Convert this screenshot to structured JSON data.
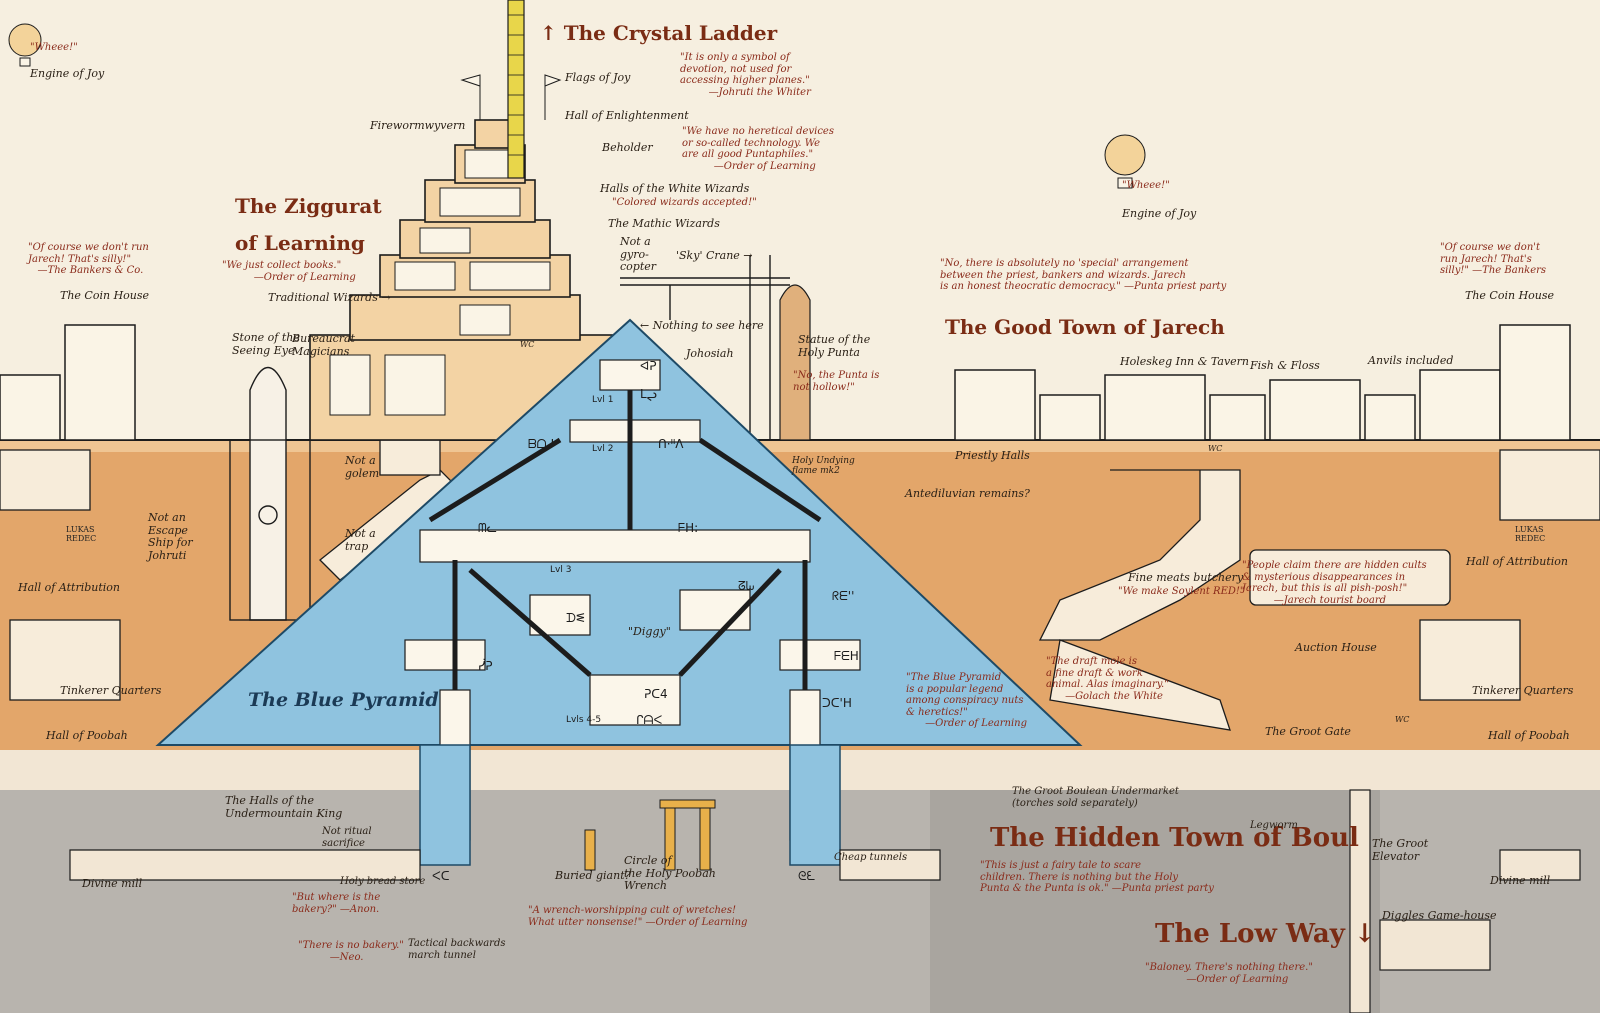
{
  "map": {
    "colors": {
      "sky": "#f6efe0",
      "earth_orange": "#e3a66a",
      "earth_light": "#efc593",
      "underground_gray": "#b8b4ae",
      "pyramid_blue": "#8fc3df",
      "pyramid_edge": "#1e4a66",
      "ink": "#1c1c1c",
      "red_ink": "#8a2a1a",
      "ladder_yellow": "#e8d64a"
    },
    "titles": {
      "crystal_ladder": "↑ The Crystal Ladder",
      "ziggurat_1": "The Ziggurat",
      "ziggurat_2": "of Learning",
      "good_town": "The Good Town of Jarech",
      "blue_pyramid": "The Blue Pyramid",
      "hidden_town": "The Hidden Town of Boul",
      "low_way": "The Low Way ↓"
    },
    "quotes": {
      "engine_joy_left_cry": "\"Wheee!\"",
      "engine_joy_right_cry": "\"Wheee!\"",
      "ladder": "\"It is only a symbol of\ndevotion, not used for\naccessing higher planes.\"\n         —Johruti the Whiter",
      "order_tech": "\"We have no heretical devices\nor so-called technology. We\nare all good Puntaphiles.\"\n          —Order of Learning",
      "colored_wizards": "\"Colored wizards accepted!\"",
      "ziggurat_books": "\"We just collect books.\"\n          —Order of Learning",
      "bankers_left": "\"Of course we don't run\nJarech! That's silly!\"\n   —The Bankers & Co.",
      "bankers_right": "\"Of course we don't\nrun Jarech! That's\nsilly!\" —The Bankers",
      "priest_party": "\"No, there is absolutely no 'special' arrangement\nbetween the priest, bankers and wizards. Jarech\nis an honest theocratic democracy.\" —Punta priest party",
      "punta_statue": "\"No, the Punta is\nnot hollow!\"",
      "blue_pyramid_legend": "\"The Blue Pyramid\nis a popular legend\namong conspiracy nuts\n& heretics!\"\n      —Order of Learning",
      "soylent": "\"We make Soylent RED!\"",
      "hidden_cults": "\"People claim there are hidden cults\n& mysterious disappearances in\nJarech, but this is all pish-posh!\"\n          —Jarech tourist board",
      "draft_mole": "\"The draft mole is\na fine draft & work\nanimal. Alas imaginary.\"\n      —Golach the White",
      "bakery": "\"But where is the\nbakery?\" —Anon.",
      "no_bakery": "\"There is no bakery.\"\n          —Neo.",
      "wrench_cult": "\"A wrench-worshipping cult of wretches!\nWhat utter nonsense!\" —Order of Learning",
      "fairy_tale": "\"This is just a fairy tale to scare\nchildren. There is nothing but the Holy\nPunta & the Punta is ok.\" —Punta priest party",
      "baloney": "\"Baloney. There's nothing there.\"\n             —Order of Learning"
    },
    "places": {
      "engine_joy_left": "Engine of Joy",
      "engine_joy_right": "Engine of Joy",
      "flags_of_joy": "Flags of Joy",
      "hall_enlightenment": "Hall of Enlightenment",
      "fireworm": "Firewormwyvern",
      "beholder": "Beholder",
      "halls_white_wizards": "Halls of the White Wizards",
      "mathic_wizards": "The Mathic Wizards",
      "not_gyrocopter": "Not a\ngyro-\ncopter",
      "sky_crane": "'Sky' Crane →",
      "traditional_wizards": "Traditional Wizards →",
      "coin_house_left": "The Coin House",
      "coin_house_right": "The Coin House",
      "stone_seeing_eye": "Stone of the\nSeeing Eye",
      "bureaucrat_magicians": "Bureaucrat\nMagicians",
      "nothing_to_see": "← Nothing to see here",
      "johosiah": "Johosiah",
      "statue_punta": "Statue of the\nHoly Punta",
      "holeskeg": "Holeskeg Inn & Tavern",
      "fish_floss": "Fish & Floss",
      "anvils": "Anvils included",
      "priestly_halls": "Priestly Halls",
      "wc_1": "WC",
      "wc_2": "WC",
      "wc_3": "WC",
      "not_golem": "Not a\ngolem",
      "not_trap": "Not a\ntrap",
      "holy_undying": "Holy Undying\nflame mk2",
      "antediluvian": "Antediluvian remains?",
      "not_escape_ship": "Not an\nEscape\nShip for\nJohruti",
      "hall_attribution_left": "Hall of Attribution",
      "hall_attribution_right": "Hall of Attribution",
      "fine_meats": "Fine meats butchery",
      "auction_house": "Auction House",
      "tinkerer_left": "Tinkerer Quarters",
      "tinkerer_right": "Tinkerer Quarters",
      "hall_poobah_left": "Hall of Poobah",
      "hall_poobah_right": "Hall of Poobah",
      "groot_gate": "The Groot Gate",
      "halls_undermountain": "The Halls of the\nUndermountain King",
      "not_ritual": "Not ritual\nsacrifice",
      "divine_mill_left": "Divine mill",
      "divine_mill_right": "Divine mill",
      "holy_bread": "Holy bread store",
      "tactical_march": "Tactical backwards\nmarch tunnel",
      "buried_giant": "Buried giant?",
      "circle_poobah": "Circle of\nthe Holy Poobah\nWrench",
      "cheap_tunnels": "Cheap tunnels",
      "groot_undermarket": "The Groot Boulean Undermarket\n(torches sold separately)",
      "legworm": "Legworm",
      "groot_elevator": "The Groot\nElevator",
      "diggles": "Diggles Game-house",
      "diggy": "\"Diggy\"",
      "tomb_left": "LUKAS\nREDEC",
      "tomb_right": "LUKAS\nREDEC"
    },
    "levels": {
      "lvl1": "Lvl 1",
      "lvl2": "Lvl 2",
      "lvl3": "Lvl 3",
      "lvl45": "Lvls 4-5"
    },
    "glyphs": {
      "g1": "ᐊᕈ",
      "g2": "ᒪᖢ",
      "g3": "ᗷᗝᒍ",
      "g4": "ᑎ·ᐦᐱ",
      "g5": "ᗰᓚ",
      "g6": "ᖴᕼ:",
      "g7": "ᖇᗴ''",
      "g8": "ᘔᘈ",
      "g9": "ᗪᓬ",
      "g10": "ᖴᗴᕼ",
      "g11": "ᓰᕈ",
      "g12": "ᕈᑕ4",
      "g13": "ᒋᗩᐸ",
      "g14": "ᑐᑕ'ᕼ",
      "g15": "ᐸᑕ",
      "g16": "ᘓᘍ"
    }
  }
}
